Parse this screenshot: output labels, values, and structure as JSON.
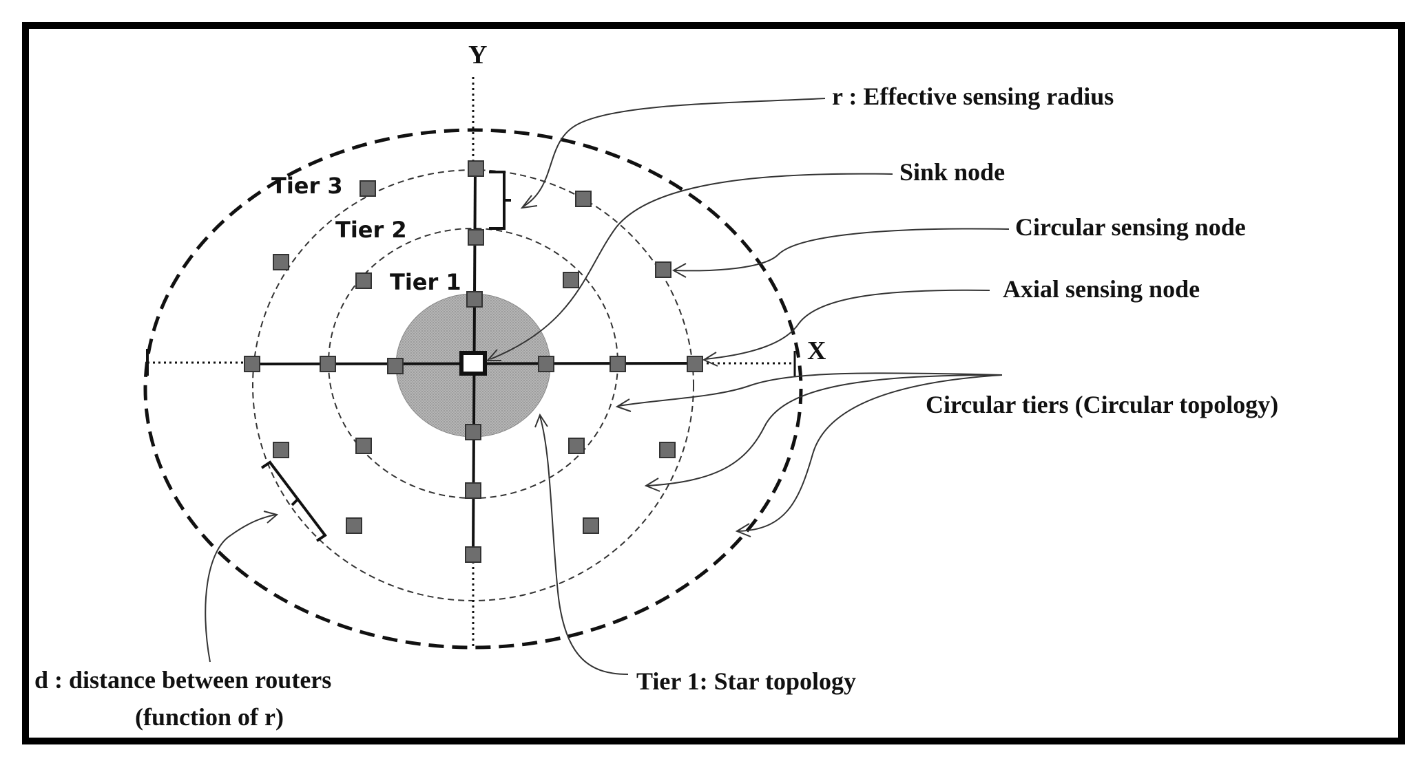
{
  "axes": {
    "x_label": "X",
    "y_label": "Y"
  },
  "tiers": [
    {
      "label": "Tier 1"
    },
    {
      "label": "Tier 2"
    },
    {
      "label": "Tier 3"
    }
  ],
  "callouts": {
    "radius": "r : Effective sensing radius",
    "sink": "Sink node",
    "circular_node": "Circular sensing node",
    "axial_node": "Axial sensing node",
    "circular_tiers": "Circular tiers (Circular topology)",
    "distance_line1": "d : distance between routers",
    "distance_line2": "(function of r)",
    "star": "Tier 1: Star topology"
  },
  "colors": {
    "node_fill": "#6e6e6e",
    "star_region": "#a8a8a8",
    "lines": "#111111"
  }
}
